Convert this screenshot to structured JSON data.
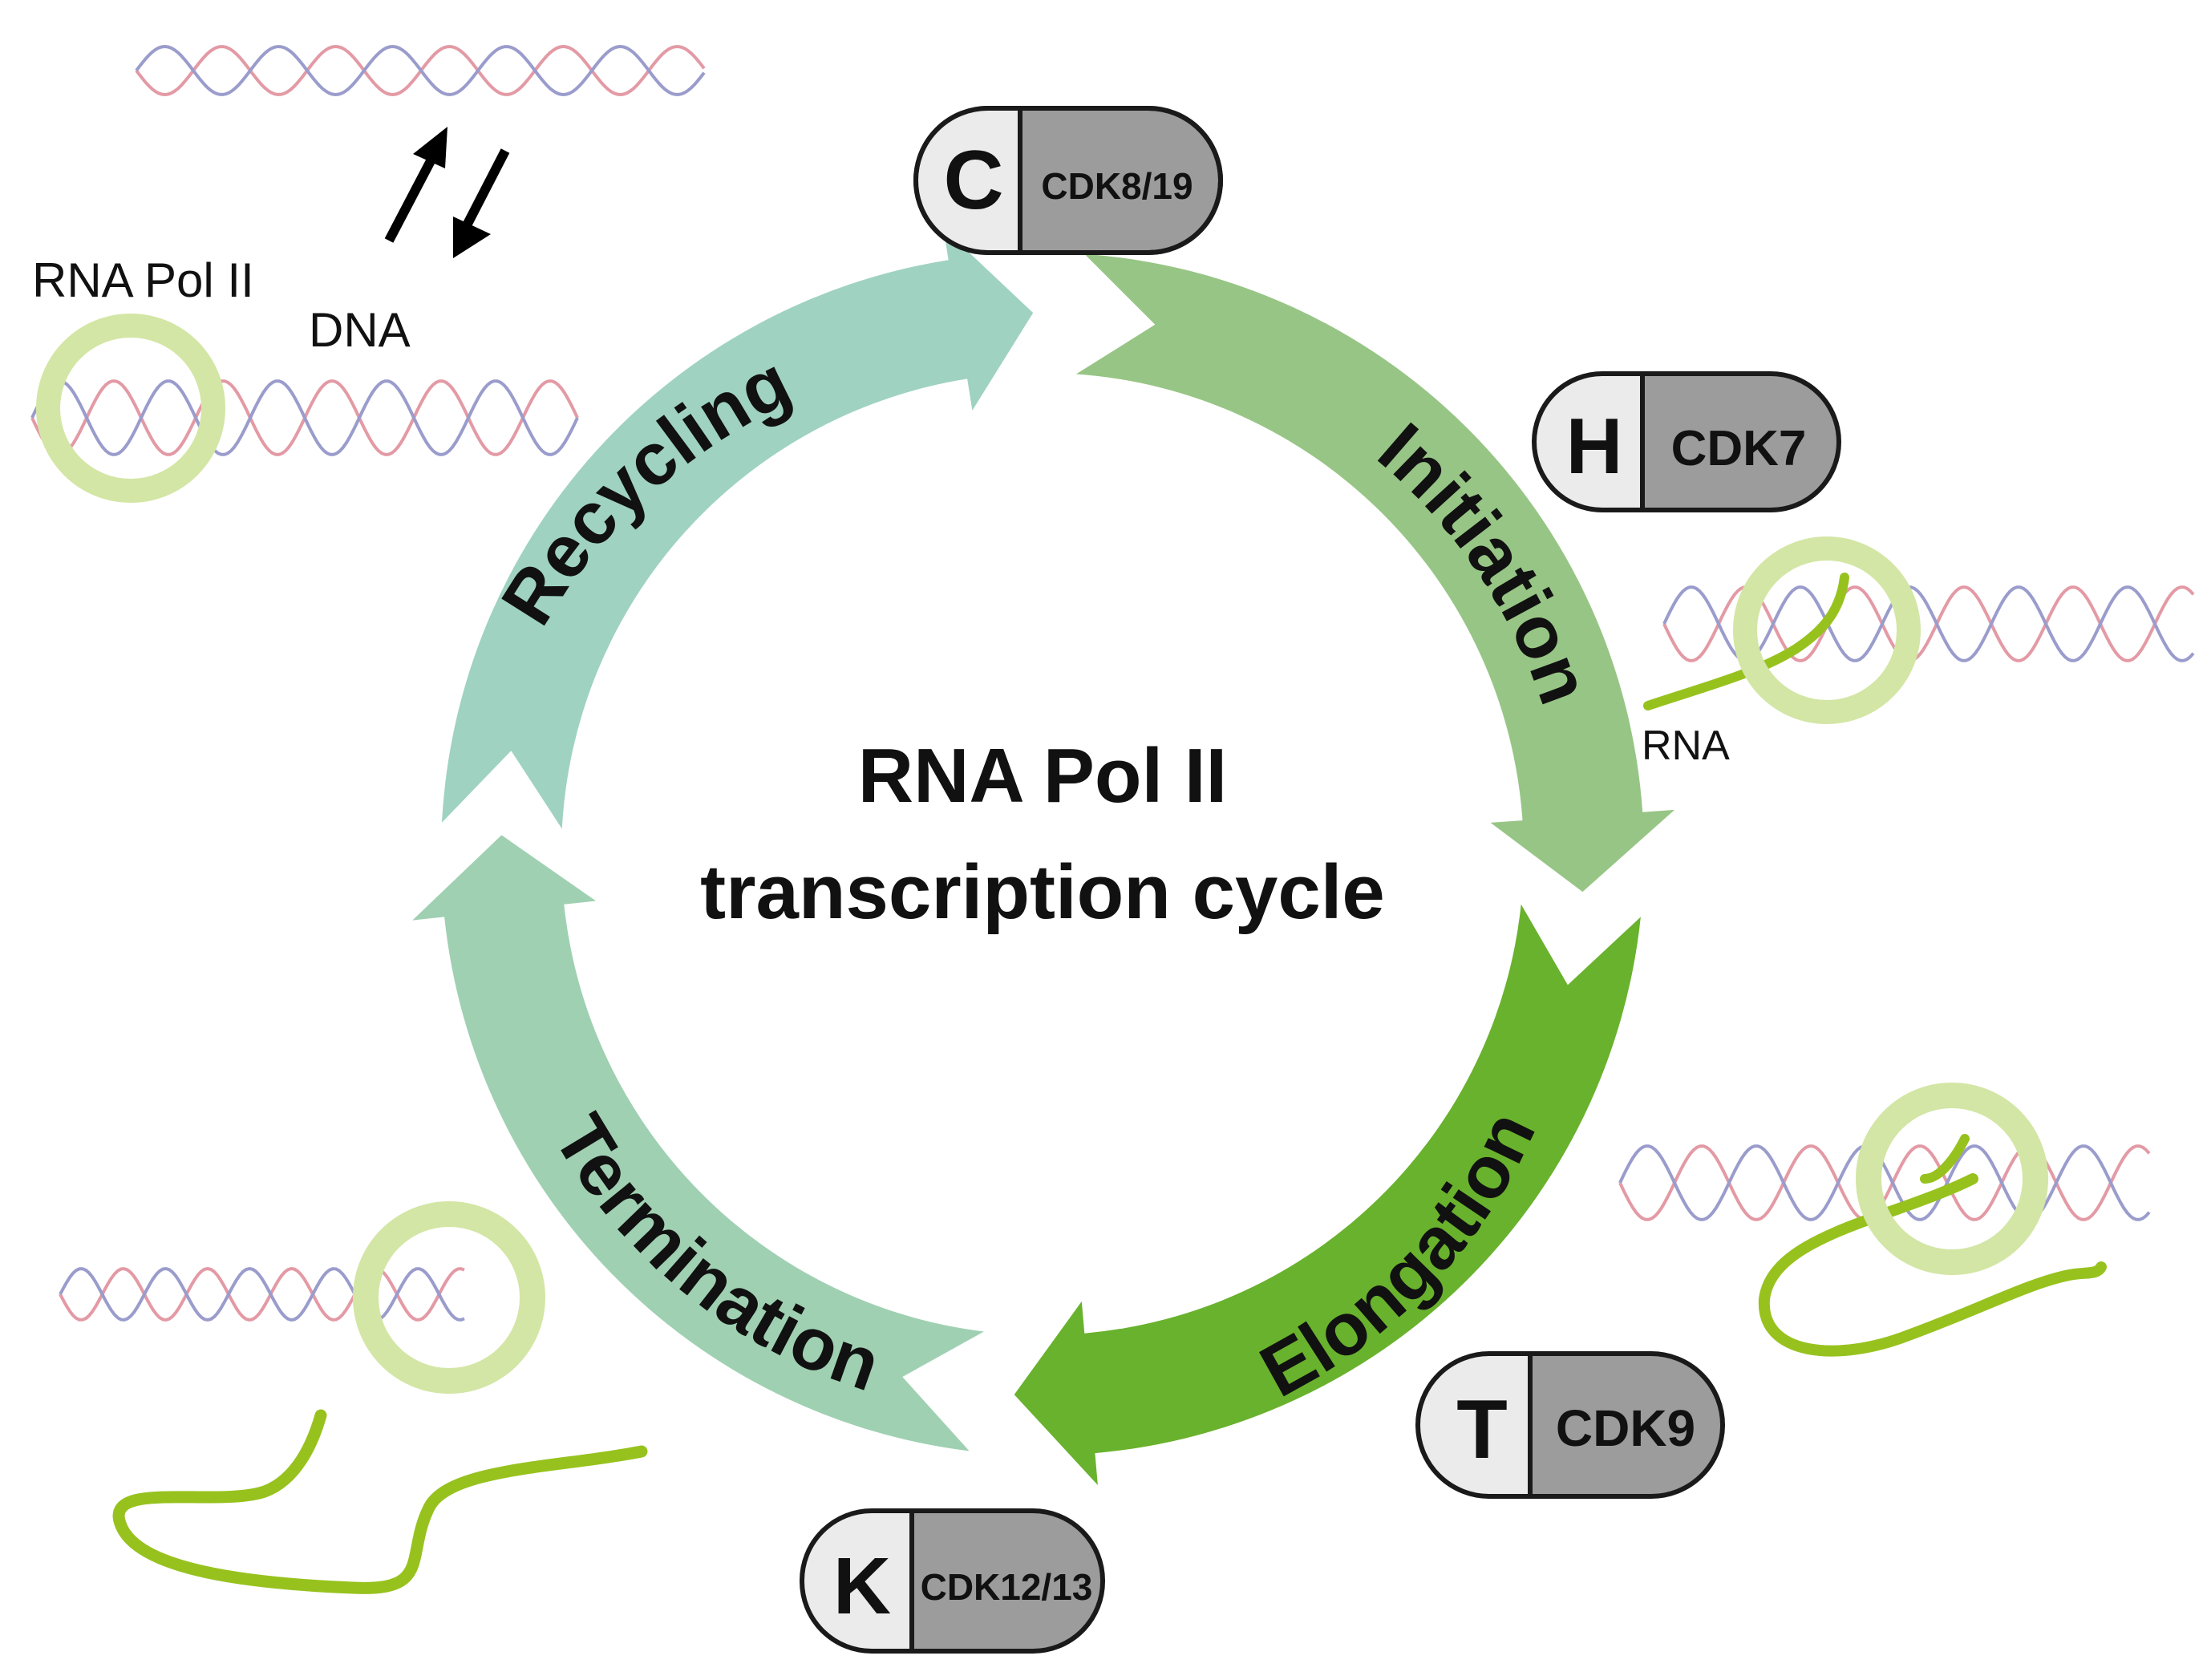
{
  "center": {
    "line1": "RNA Pol II",
    "line2": "transcription cycle"
  },
  "stages": [
    {
      "label": "Initiation",
      "color": "#97c585"
    },
    {
      "label": "Elongation",
      "color": "#69b22d"
    },
    {
      "label": "Termination",
      "color": "#9fd0b2"
    },
    {
      "label": "Recycling",
      "color": "#9fd2c1"
    }
  ],
  "kinases": [
    {
      "letter": "C",
      "cdk": "CDK8/19"
    },
    {
      "letter": "H",
      "cdk": "CDK7"
    },
    {
      "letter": "T",
      "cdk": "CDK9"
    },
    {
      "letter": "K",
      "cdk": "CDK12/13"
    }
  ],
  "annotations": {
    "rna_pol_ii": "RNA Pol II",
    "dna": "DNA",
    "rna": "RNA"
  },
  "colors": {
    "dna_strand_a": "#e39aa5",
    "dna_strand_b": "#9a9ccc",
    "pol_ring": "#d3e6a5",
    "rna_strand": "#97c21e",
    "pill_letter_bg": "#ebebeb",
    "pill_cdk_bg": "#9c9c9c"
  }
}
